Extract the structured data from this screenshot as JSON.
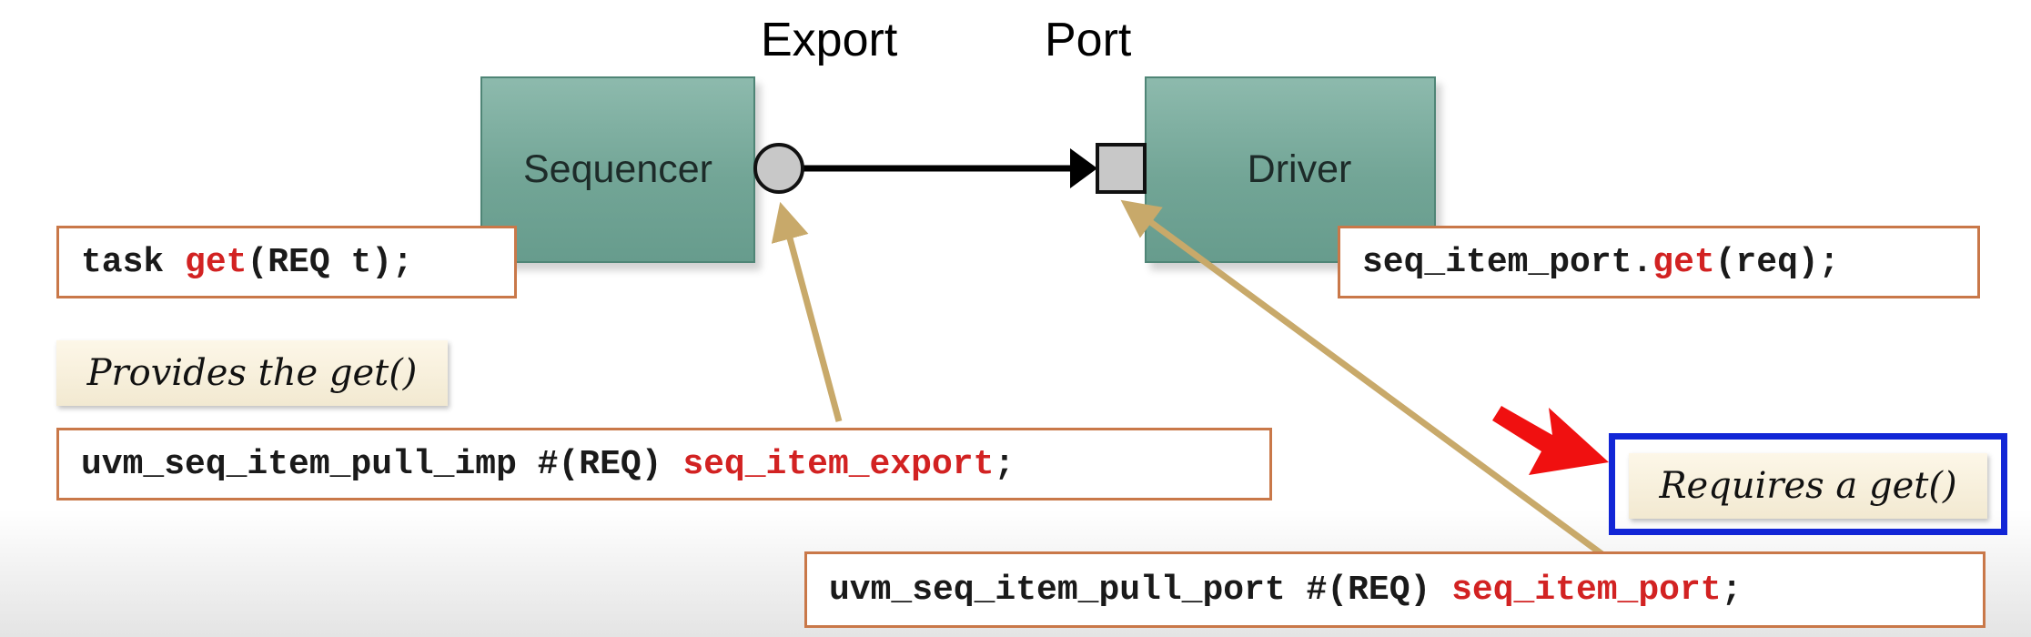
{
  "labels": {
    "export": "Export",
    "port": "Port"
  },
  "blocks": {
    "sequencer": "Sequencer",
    "driver": "Driver"
  },
  "code": {
    "task_get": {
      "prefix": "task ",
      "keyword": "get",
      "suffix": "(REQ t);"
    },
    "driver_call": {
      "prefix": "seq_item_port.",
      "keyword": "get",
      "suffix": "(req);"
    },
    "imp_decl": {
      "prefix": "uvm_seq_item_pull_imp #(REQ) ",
      "keyword": "seq_item_export",
      "suffix": ";"
    },
    "port_decl": {
      "prefix": "uvm_seq_item_pull_port #(REQ) ",
      "keyword": "seq_item_port",
      "suffix": ";"
    }
  },
  "notes": {
    "provides": "Provides the get()",
    "requires": "Requires a get()"
  },
  "colors": {
    "block_fill": "#72a596",
    "code_border": "#c97849",
    "keyword_red": "#d22222",
    "arrow_tan": "#c8a96a",
    "pointer_red": "#f01010",
    "highlight_blue": "#1226d6"
  }
}
